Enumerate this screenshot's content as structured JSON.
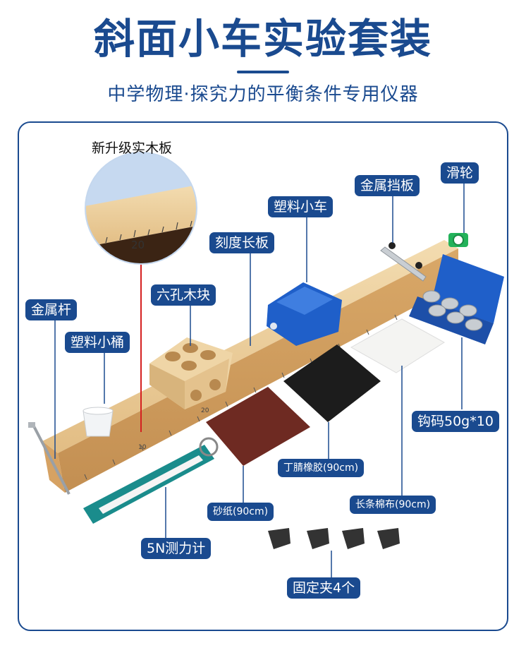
{
  "header": {
    "title": "斜面小车实验套装",
    "subtitle": "中学物理·探究力的平衡条件专用仪器"
  },
  "callouts": {
    "wood_upgrade": "新升级实木板",
    "pulley": "滑轮",
    "metal_baffle": "金属挡板",
    "plastic_cart": "塑料小车",
    "scale_board": "刻度长板",
    "six_hole_block": "六孔木块",
    "metal_rod": "金属杆",
    "plastic_bucket": "塑料小桶",
    "weights": "钩码50g*10",
    "nitrile_rubber": "丁腈橡胶(90cm)",
    "long_cotton": "长条棉布(90cm)",
    "sandpaper": "砂纸(90cm)",
    "spring_scale": "5N测力计",
    "clips": "固定夹4个"
  },
  "ruler_marks": {
    "zoom_mark": "20",
    "mark_10": "10",
    "mark_20": "20"
  },
  "colors": {
    "brand": "#1a4a8f",
    "wood": "#e8c690",
    "cart": "#1f5fc9",
    "rubber": "#1c1c1c",
    "sandpaper": "#6e2a22",
    "pulley": "#23b25a"
  }
}
